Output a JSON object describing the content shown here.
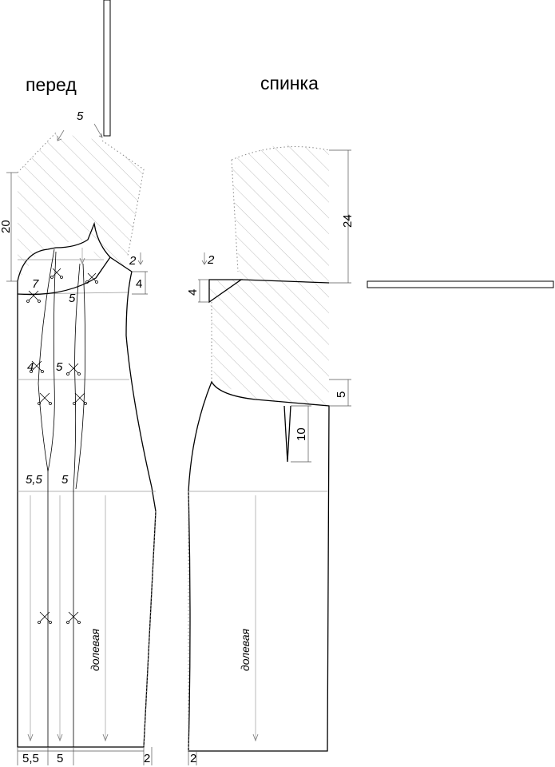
{
  "labels": {
    "front_title": "перед",
    "back_title": "спинка"
  },
  "measurements": {
    "front_yoke_top": "5",
    "front_height": "20",
    "front_shoulder_drop": "2",
    "front_armhole_width": "4",
    "front_neck_dart": "7",
    "front_bust_1": "5",
    "front_waist_1": "4",
    "front_waist_2": "5",
    "front_hip_1": "5,5",
    "front_hip_2": "5",
    "front_hem_1": "5,5",
    "front_hem_2": "5",
    "front_hem_side": "2",
    "back_height": "24",
    "back_shoulder_drop": "2",
    "back_neck_height": "4",
    "back_side_drop": "5",
    "back_dart_length": "10",
    "back_hem_side": "2"
  },
  "grainlines": {
    "front": "долевая",
    "back": "долевая"
  }
}
